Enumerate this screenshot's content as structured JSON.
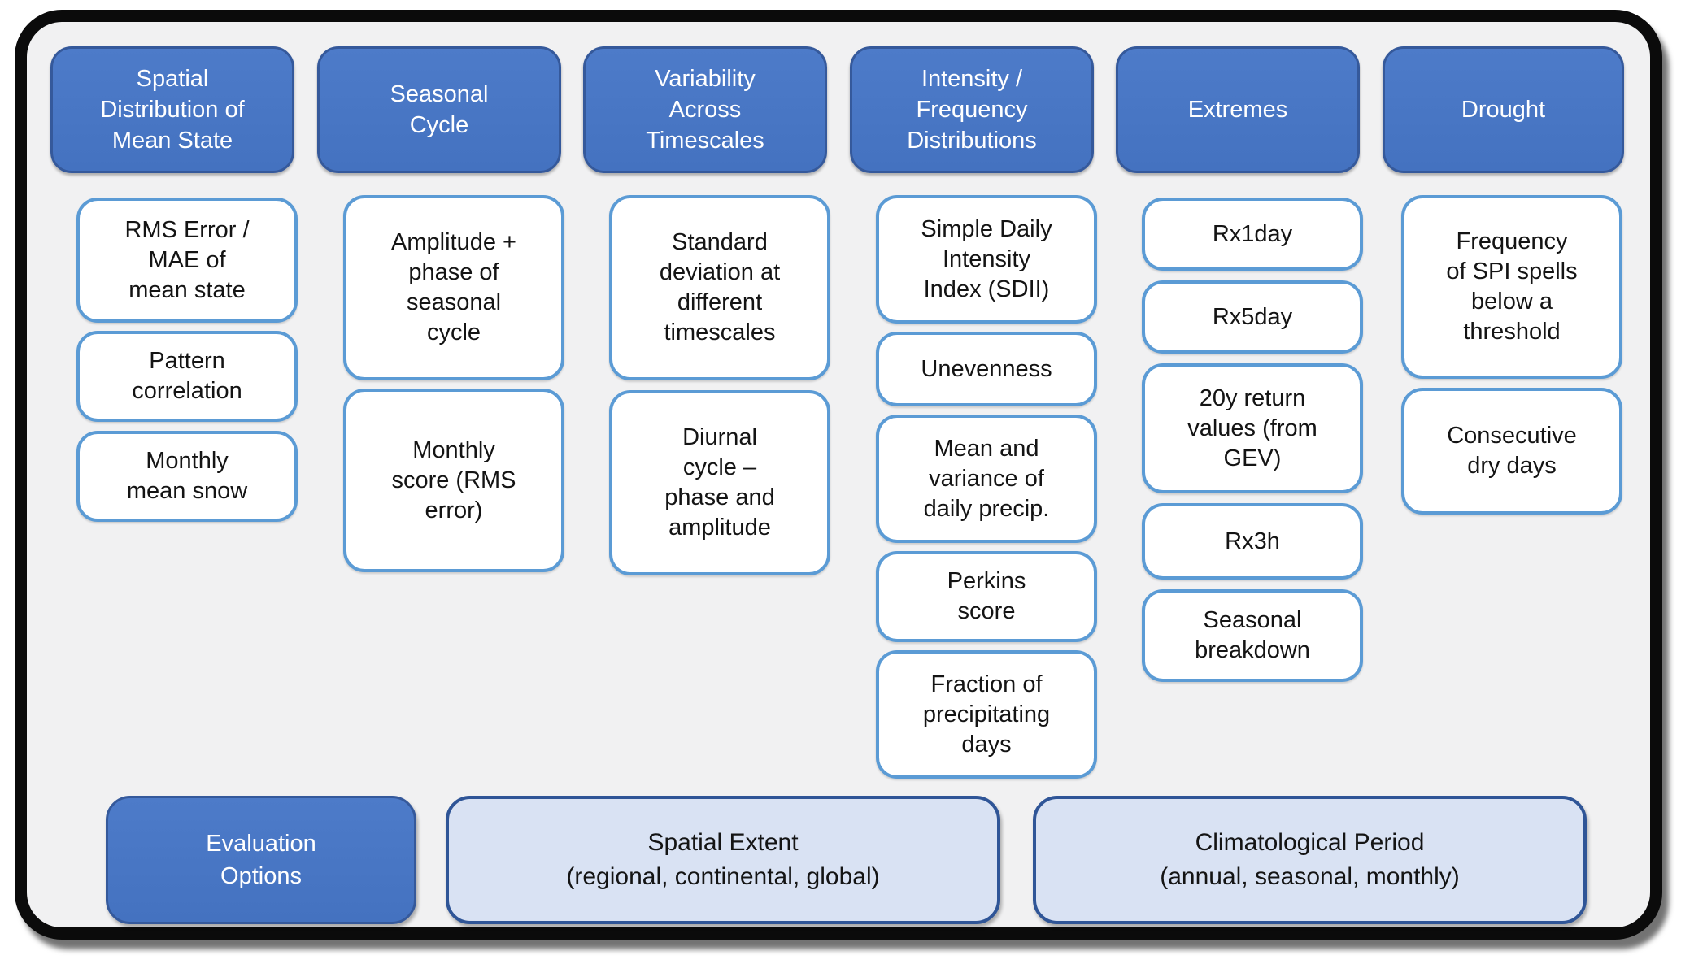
{
  "diagram": {
    "title_semantics": "Precipitation evaluation metrics diagram",
    "colors": {
      "header_fill": "#4472C4",
      "header_border": "#35599B",
      "item_border": "#5B9BD5",
      "item_fill": "#FFFFFF",
      "panel_background": "#F1F1F2",
      "frame_border": "#0B0B0B",
      "option_light_fill": "#D9E2F3",
      "option_light_border": "#2F5597",
      "text_dark": "#141414",
      "text_light": "#FFFFFF"
    },
    "columns": [
      {
        "header": "Spatial\nDistribution of\nMean State",
        "items": [
          "RMS Error /\nMAE of\nmean state",
          "Pattern\ncorrelation",
          "Monthly\nmean snow"
        ]
      },
      {
        "header": "Seasonal\nCycle",
        "items": [
          "Amplitude +\nphase of\nseasonal\ncycle",
          "Monthly\nscore (RMS\nerror)"
        ]
      },
      {
        "header": "Variability\nAcross\nTimescales",
        "items": [
          "Standard\ndeviation at\ndifferent\ntimescales",
          "Diurnal\ncycle –\nphase and\namplitude"
        ]
      },
      {
        "header": "Intensity /\nFrequency\nDistributions",
        "items": [
          "Simple Daily\nIntensity\nIndex (SDII)",
          "Unevenness",
          "Mean and\nvariance of\ndaily precip.",
          "Perkins\nscore",
          "Fraction of\nprecipitating\ndays"
        ]
      },
      {
        "header": "Extremes",
        "items": [
          "Rx1day",
          "Rx5day",
          "20y return\nvalues (from\nGEV)",
          "Rx3h",
          "Seasonal\nbreakdown"
        ]
      },
      {
        "header": "Drought",
        "items": [
          "Frequency\nof SPI spells\nbelow a\nthreshold",
          "Consecutive\ndry days"
        ]
      }
    ],
    "footer": {
      "evaluation_label": "Evaluation\nOptions",
      "spatial_extent": "Spatial Extent\n(regional, continental, global)",
      "climatological_period": "Climatological Period\n(annual, seasonal, monthly)"
    }
  }
}
